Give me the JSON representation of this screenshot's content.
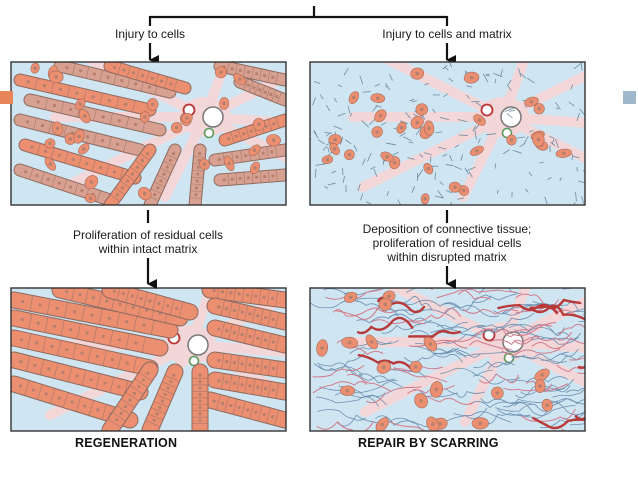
{
  "labels": {
    "injury_cells": "Injury to cells",
    "injury_cells_matrix": "Injury to cells and matrix",
    "left_process_line1": "Proliferation of residual cells",
    "left_process_line2": "within intact matrix",
    "right_process_line1": "Deposition of connective tissue;",
    "right_process_line2": "proliferation of residual cells",
    "right_process_line3": "within disrupted matrix",
    "regeneration": "REGENERATION",
    "repair_by_scarring": "REPAIR BY SCARRING"
  },
  "colors": {
    "matrix_blue": "#cfe6f2",
    "cell_salmon": "#ec8f70",
    "cell_dark": "#c9605a",
    "nucleus": "#b6806e",
    "vessel_pink": "#f3d6d8",
    "fiber_red": "#b83a3a",
    "accent_orange": "#e8865a",
    "accent_blue": "#9fb8cc"
  },
  "icons": [
    "arrow-down-icon",
    "blood-vessel-icon"
  ]
}
